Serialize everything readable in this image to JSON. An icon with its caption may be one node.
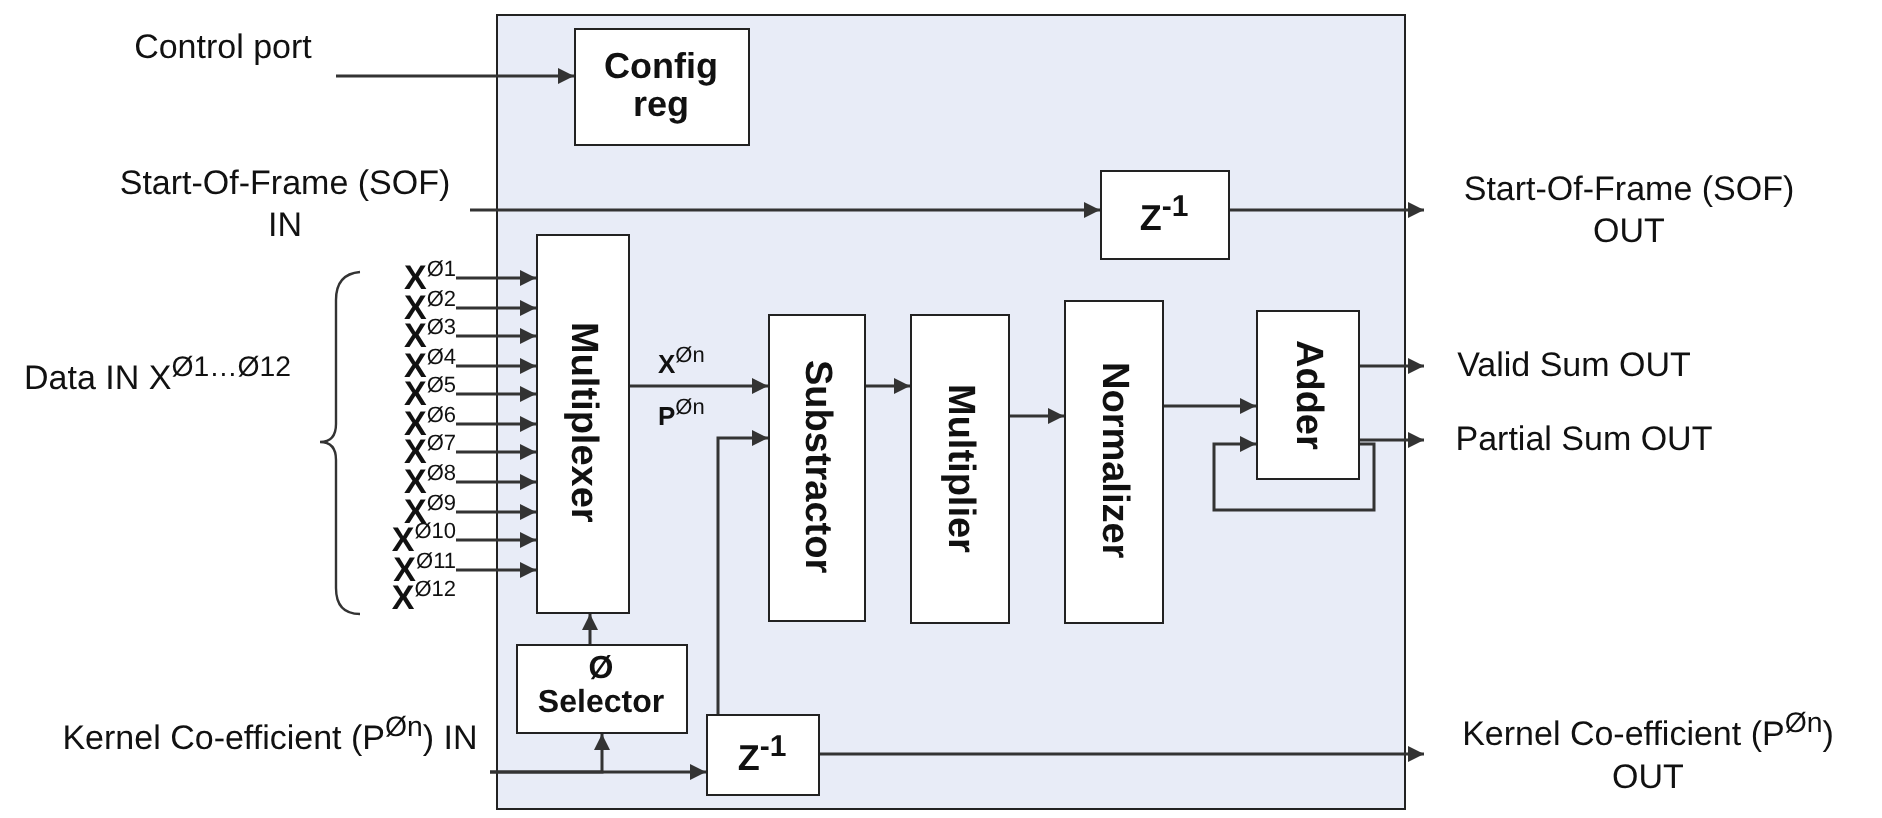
{
  "diagram": {
    "nodes": [
      {
        "text": [
          "Control port"
        ]
      },
      {
        "text": [],
        "shape": "box"
      },
      {
        "text": [
          "Config reg"
        ],
        "in": 1
      },
      {
        "text": [
          "Start-Of-Frame (SOF) IN"
        ]
      },
      {
        "text": [
          "Z$^{-1}$"
        ],
        "in": 1
      },
      {
        "text": [
          "Start-Of-Frame (SOF) OUT"
        ]
      },
      {
        "text": [
          "X$^{Ø1}$"
        ]
      },
      {
        "text": [
          "X$^{Ø2}$"
        ]
      },
      {
        "text": [
          "X$^{Ø3}$"
        ]
      },
      {
        "text": [
          "X$^{Ø4}$"
        ]
      },
      {
        "text": [
          "X$^{Ø5}$"
        ]
      },
      {
        "text": [
          "X$^{Ø6}$"
        ]
      },
      {
        "text": [
          "X$^{Ø7}$"
        ]
      },
      {
        "text": [
          "X$^{Ø8}$"
        ]
      },
      {
        "text": [
          "X$^{Ø9}$"
        ]
      },
      {
        "text": [
          "X$^{Ø10}$"
        ]
      },
      {
        "text": [
          "X$^{Ø11}$"
        ]
      },
      {
        "text": [
          "Multiplexer"
        ],
        "in": 1
      },
      {
        "text": [
          "Substractor"
        ],
        "in": 1
      },
      {
        "text": [
          "Multiplier"
        ],
        "in": 1
      },
      {
        "text": [
          "Normalizer"
        ],
        "in": 1
      },
      {
        "text": [
          "Adder"
        ],
        "in": 1
      },
      {
        "text": [
          "Valid Sum OUT"
        ]
      },
      {
        "text": [
          "Partial Sum OUT"
        ]
      },
      {
        "text": [
          "Ø Selector"
        ],
        "in": 1
      },
      {
        "text": [
          "Kernel Co-efficient (P$^{Øn}$) IN"
        ]
      },
      {
        "text": [
          "Z$^{-1}$"
        ],
        "in": 1
      },
      {
        "text": [
          "Kernel Co-efficient (P$^{Øn}$) OUT"
        ]
      }
    ],
    "edges": [
      {
        "from": 0,
        "to": 2,
        "arrow": "to"
      },
      {
        "from": 3,
        "to": 4,
        "arrow": "to"
      },
      {
        "from": 4,
        "to": 5,
        "arrow": "to"
      },
      {
        "from": 6,
        "to": 17,
        "arrow": "to"
      },
      {
        "from": 7,
        "to": 17,
        "arrow": "to"
      },
      {
        "from": 8,
        "to": 17,
        "arrow": "to"
      },
      {
        "from": 9,
        "to": 17,
        "arrow": "to"
      },
      {
        "from": 10,
        "to": 17,
        "arrow": "to"
      },
      {
        "from": 11,
        "to": 17,
        "arrow": "to"
      },
      {
        "from": 12,
        "to": 17,
        "arrow": "to"
      },
      {
        "from": 13,
        "to": 17,
        "arrow": "to"
      },
      {
        "from": 14,
        "to": 17,
        "arrow": "to"
      },
      {
        "from": 15,
        "to": 17,
        "arrow": "to"
      },
      {
        "from": 16,
        "to": 17,
        "arrow": "to"
      },
      {
        "from": 17,
        "to": 18,
        "arrow": "to",
        "label": "X$^{Øn}$"
      },
      {
        "from": 18,
        "to": 19,
        "arrow": "to"
      },
      {
        "from": 19,
        "to": 20,
        "arrow": "to"
      },
      {
        "from": 20,
        "to": 21,
        "arrow": "to"
      },
      {
        "from": 21,
        "to": 22,
        "arrow": "to"
      },
      {
        "from": 21,
        "to": 23,
        "arrow": "to"
      },
      {
        "from": 21,
        "to": 21,
        "arrow": "to"
      },
      {
        "from": 24,
        "to": 17,
        "arrow": "to"
      },
      {
        "from": 25,
        "to": 24,
        "arrow": "to"
      },
      {
        "from": 25,
        "to": 26,
        "arrow": "to"
      },
      {
        "from": 26,
        "to": 18,
        "arrow": "to",
        "label": "P$^{Øn}$"
      },
      {
        "from": 26,
        "to": 27,
        "arrow": "to"
      }
    ],
    "labels": [
      "Data IN  X$^{Ø1…Ø12}$",
      "X$^{Ø12}$"
    ]
  }
}
